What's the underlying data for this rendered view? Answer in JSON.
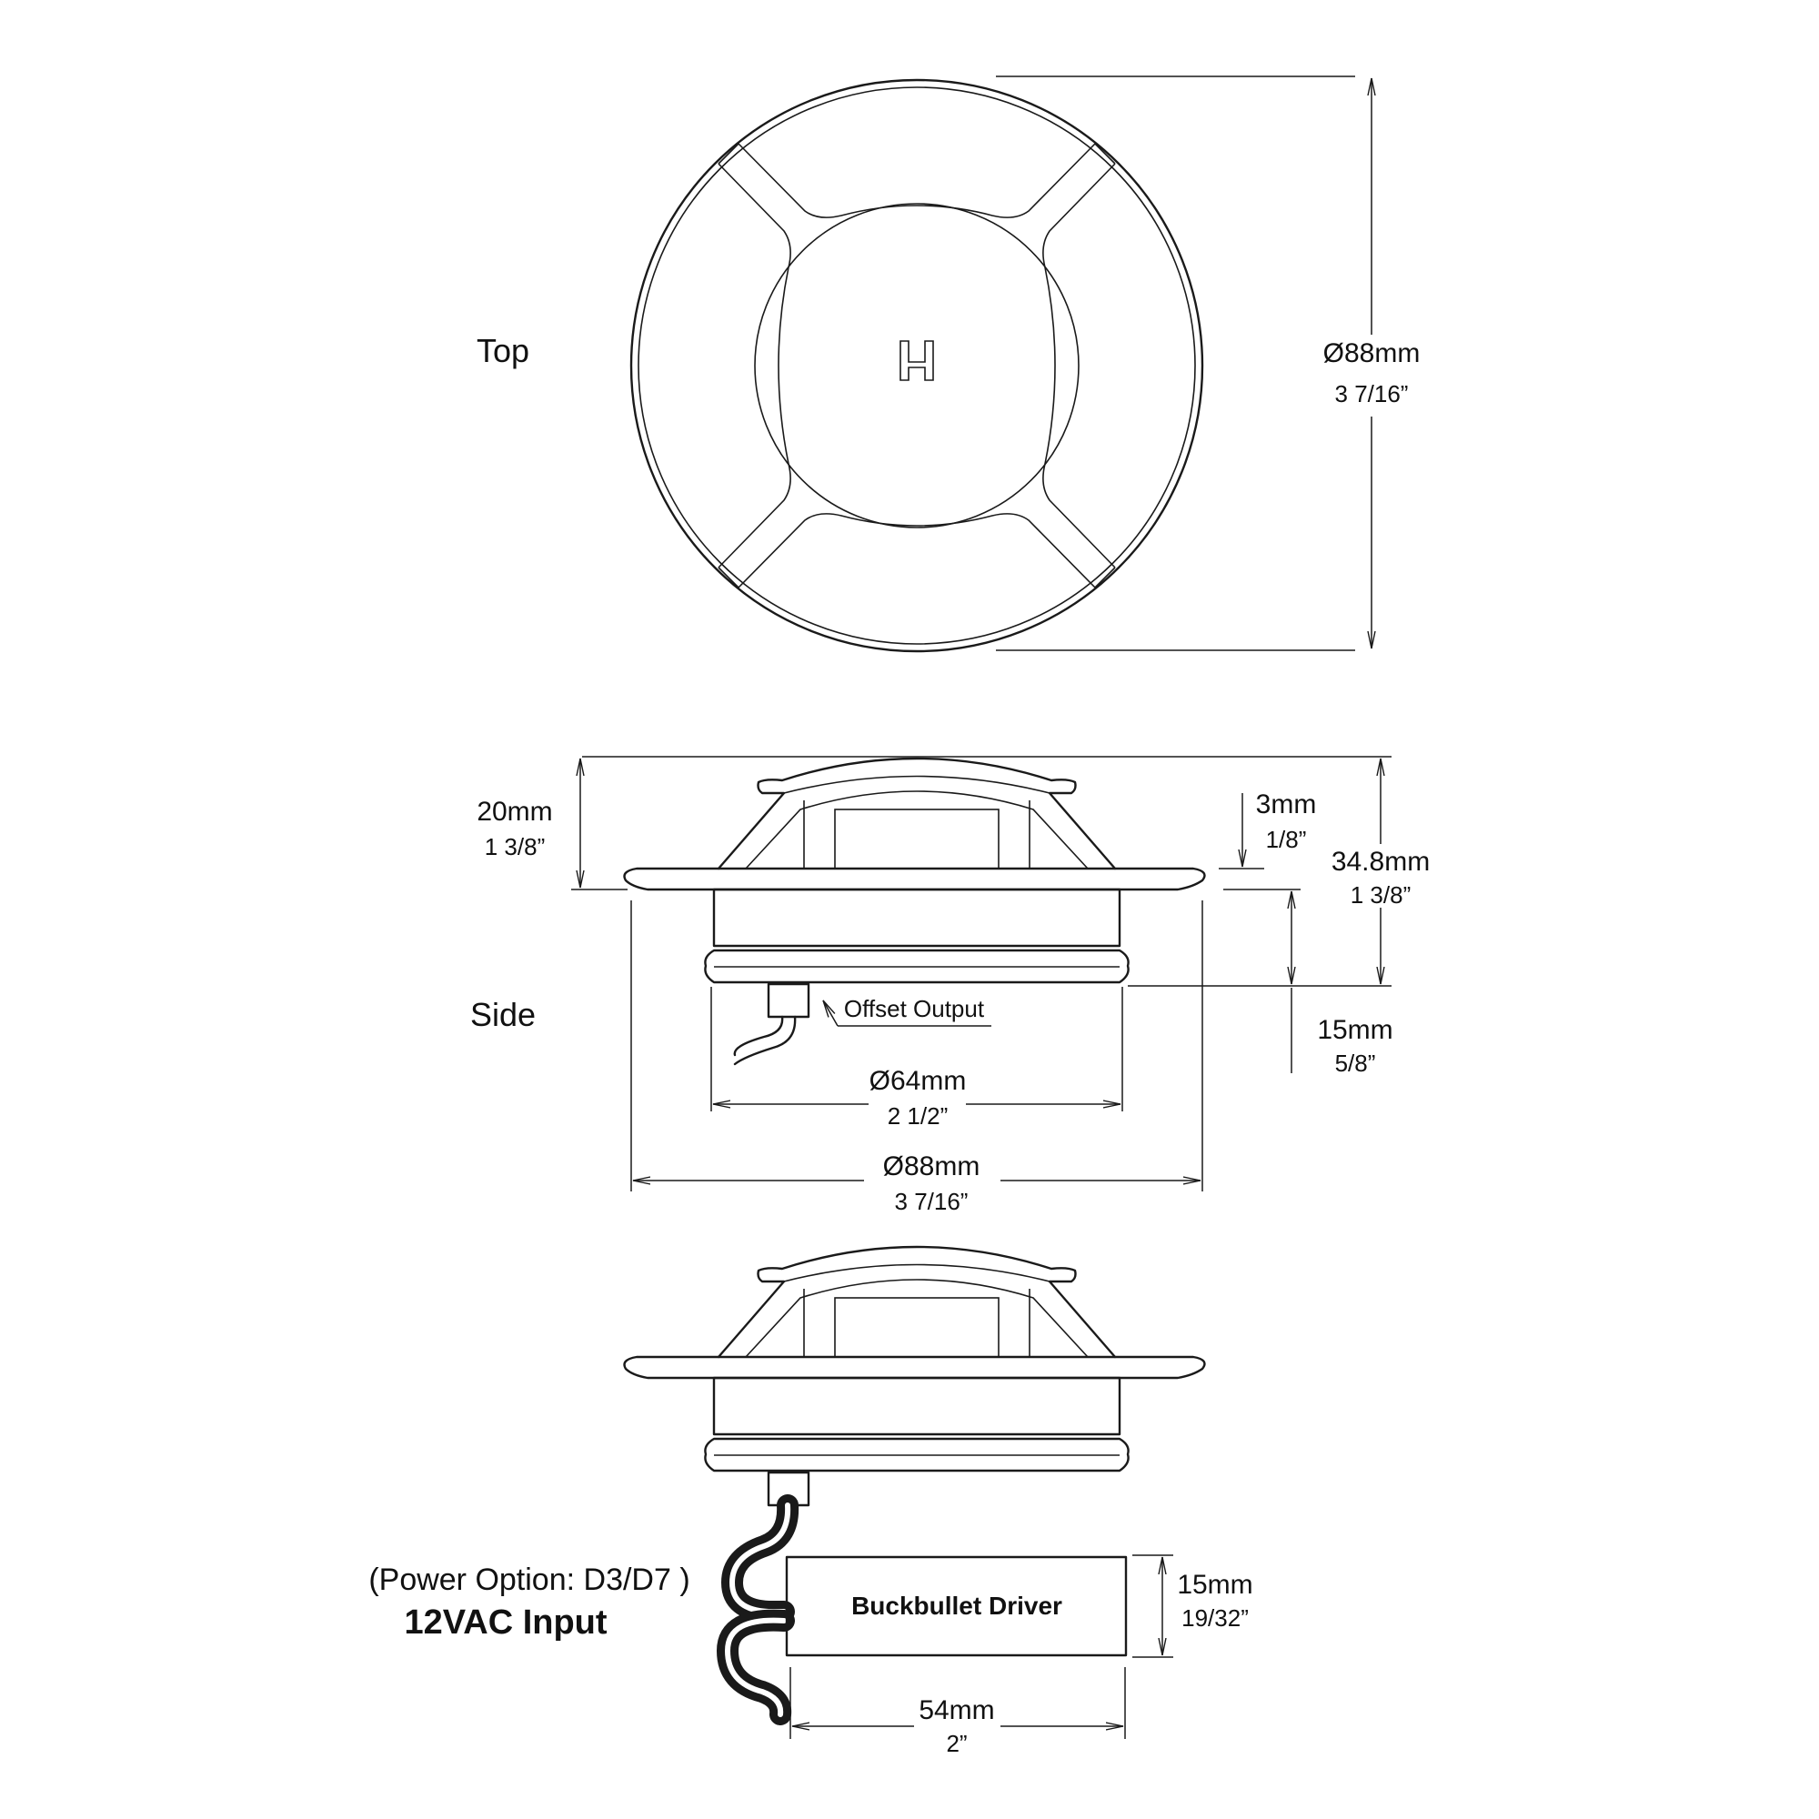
{
  "views": {
    "top": "Top",
    "side": "Side"
  },
  "dimensions": {
    "top_diameter_mm": "Ø88mm",
    "top_diameter_in": "3 7/16”",
    "height_20_mm": "20mm",
    "height_20_in": "1 3/8”",
    "lip_3_mm": "3mm",
    "lip_3_in": "1/8”",
    "total_height_mm": "34.8mm",
    "total_height_in": "1 3/8”",
    "body_15_mm": "15mm",
    "body_15_in": "5/8”",
    "body_diameter_mm": "Ø64mm",
    "body_diameter_in": "2 1/2”",
    "flange_diameter_mm": "Ø88mm",
    "flange_diameter_in": "3 7/16”",
    "driver_height_mm": "15mm",
    "driver_height_in": "19/32”",
    "driver_length_mm": "54mm",
    "driver_length_in": "2”"
  },
  "callouts": {
    "offset_output": "Offset Output"
  },
  "driver": {
    "label": "Buckbullet Driver",
    "label_color": "#9a9a9a"
  },
  "power": {
    "option": "(Power Option: D3/D7 )",
    "input": "12VAC Input"
  },
  "logo": {
    "icon": "h-logo-icon"
  }
}
